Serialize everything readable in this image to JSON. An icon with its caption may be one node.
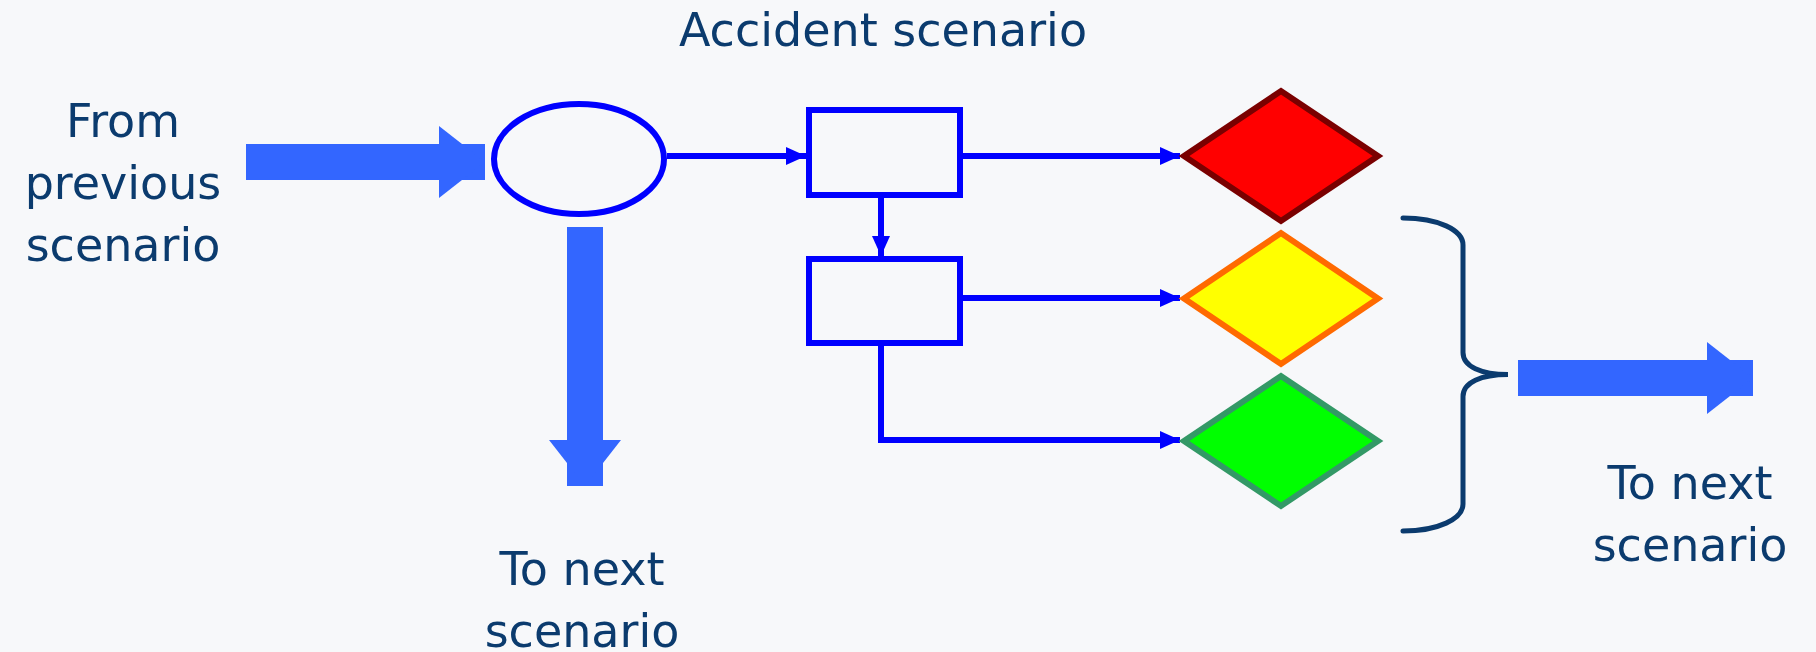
{
  "diagram": {
    "title": "Accident scenario",
    "nodes": [
      {
        "text": [
          "From previous scenario"
        ]
      },
      {
        "text": [],
        "shape": "ellipse"
      },
      {
        "text": [],
        "shape": "box"
      },
      {
        "text": [],
        "shape": "box"
      },
      {
        "text": [],
        "shape": "diamond"
      },
      {
        "text": [],
        "shape": "diamond"
      },
      {
        "text": [],
        "shape": "diamond"
      },
      {
        "text": [],
        "shape": "brace"
      }
    ],
    "edges": [
      {
        "from": 0,
        "to": 1,
        "arrow": "to",
        "style": "thick",
        "color": "#3366ff"
      },
      {
        "from": 1,
        "to": null,
        "arrow": "to",
        "style": "thick",
        "color": "#3366ff",
        "label": "To next scenario"
      },
      {
        "from": 1,
        "to": 2,
        "arrow": "to"
      },
      {
        "from": 2,
        "to": 4,
        "arrow": "to"
      },
      {
        "from": 2,
        "to": 3,
        "arrow": "to"
      },
      {
        "from": 3,
        "to": 5,
        "arrow": "to"
      },
      {
        "from": 3,
        "to": 6,
        "arrow": "to"
      },
      {
        "from": 7,
        "to": null,
        "arrow": "to",
        "style": "thick",
        "color": "#3366ff",
        "label": "To next scenario"
      }
    ]
  }
}
